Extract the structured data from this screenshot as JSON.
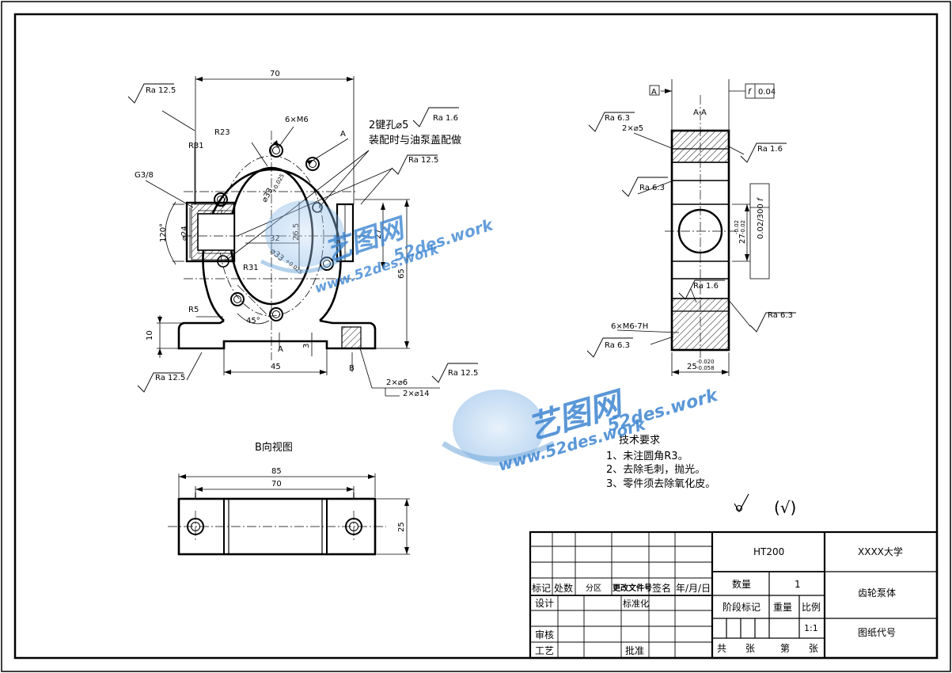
{
  "drawing": {
    "front_view": {
      "dims": {
        "width_70": "70",
        "r23": "R23",
        "r31_top": "R31",
        "m6_holes": "6×M6",
        "section_a_top": "A",
        "section_a_bottom": "A",
        "key_hole": "2键孔⌀5",
        "key_note": "装配时与油泵盖配做",
        "g38": "G3/8",
        "angle_120": "120°",
        "dia_24": "⌀24",
        "dim_32": "32",
        "dim_26_5": "26.5",
        "dim_27": "27",
        "dim_65": "65",
        "dia_33": "⌀33",
        "dia_33_tol": "+0.025",
        "r31_inner": "R31",
        "r5": "R5",
        "angle_45": "45°",
        "dim_10": "10",
        "dim_3": "3",
        "dim_45": "45",
        "view_b": "B",
        "holes_6": "2×⌀6",
        "cbore_14": "2×⌀14"
      },
      "roughness": {
        "ra_tl": "Ra 12.5",
        "ra_key": "Ra 1.6",
        "ra_mid": "Ra 12.5",
        "ra_bl": "Ra 12.5",
        "ra_br": "Ra 12.5"
      }
    },
    "section_view": {
      "title": "A-A",
      "datum": "A",
      "flatness_sym": "f",
      "flatness_val": "0.04",
      "ra_6_3_top": "Ra 6.3",
      "holes_2x5": "2×⌀5",
      "ra_1_6_top": "Ra 1.6",
      "ra_6_3_left": "Ra 6.3",
      "dim_27_tol": "27",
      "dim_27_tol_up": "-0.02",
      "dim_27_tol_dn": "-0.02",
      "flat2_sym": "f",
      "flat2_val": "0.02/300",
      "ra_1_6_bot": "Ra 1.6",
      "ra_6_3_right": "Ra 6.3",
      "m6_7h": "6×M6-7H",
      "ra_6_3_bot": "Ra 6.3",
      "dim_25": "25",
      "dim_25_up": "-0.020",
      "dim_25_dn": "-0.058"
    },
    "b_view": {
      "title": "B向视图",
      "dim_85": "85",
      "dim_70": "70",
      "dim_25": "25"
    },
    "tech_req": {
      "title": "技术要求",
      "items": [
        "1、未注圆角R3。",
        "2、去除毛刺，抛光。",
        "3、零件须去除氧化皮。"
      ]
    },
    "rough_note": "(√)"
  },
  "watermark": {
    "cn_1": "艺图网",
    "url_1": "52des.work",
    "www_1": "www.52des.work",
    "cn_2": "艺图网",
    "url_2": "52des.work",
    "www_2": "www.52des.work"
  },
  "title_block": {
    "material": "HT200",
    "school": "XXXX大学",
    "part_name": "齿轮泵体",
    "drawing_no": "图纸代号",
    "quantity_label": "数量",
    "quantity_value": "1",
    "stage_label": "阶段标记",
    "weight_label": "重量",
    "scale_label": "比例",
    "scale_value": "1:1",
    "total": "共",
    "sheet_unit": "张",
    "page": "第",
    "page_unit": "张",
    "mark": "标记",
    "count": "处数",
    "zone": "分区",
    "change_doc": "更改文件号",
    "sign": "签名",
    "date": "年/月/日",
    "design": "设计",
    "standard": "标准化",
    "review": "审核",
    "process": "工艺",
    "approve": "批准"
  }
}
